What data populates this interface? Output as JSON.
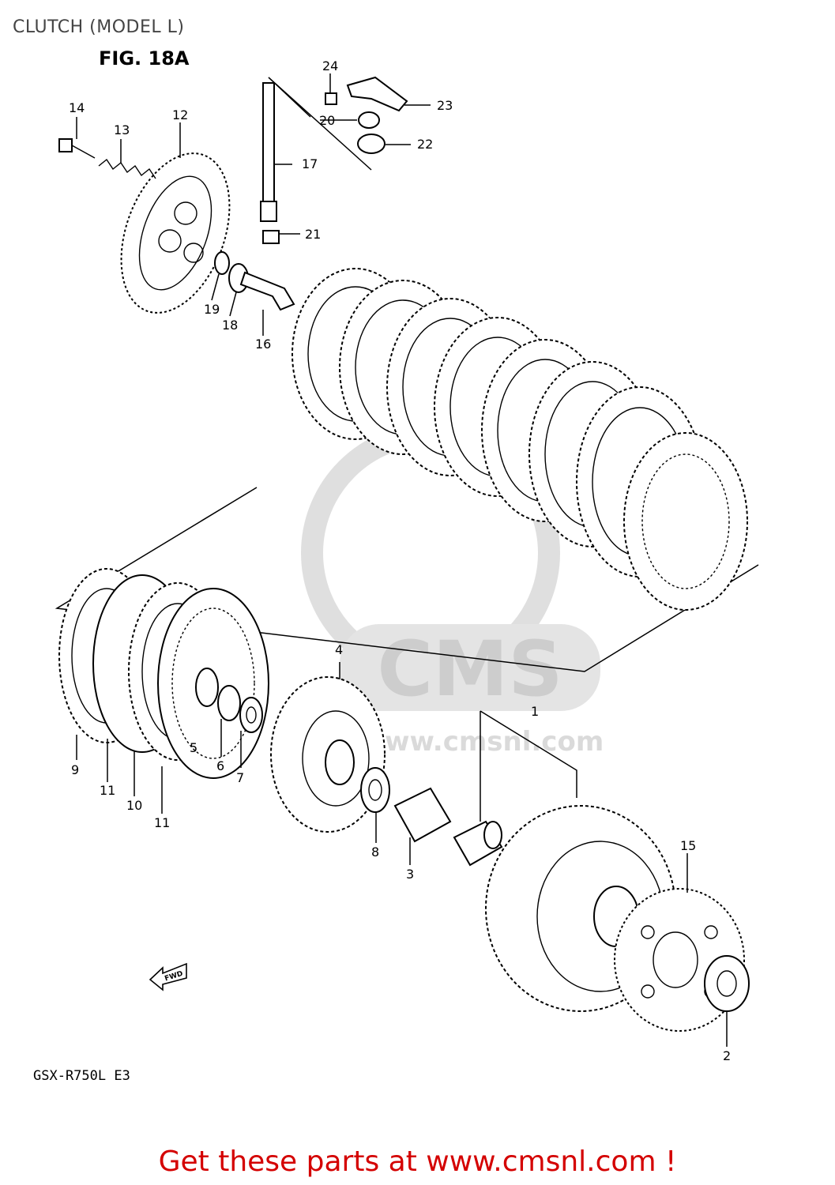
{
  "header": {
    "title": "CLUTCH (MODEL L)",
    "figure": "FIG. 18A"
  },
  "callouts": [
    {
      "id": "c1",
      "label": "1"
    },
    {
      "id": "c2",
      "label": "2"
    },
    {
      "id": "c3",
      "label": "3"
    },
    {
      "id": "c4",
      "label": "4"
    },
    {
      "id": "c5",
      "label": "5"
    },
    {
      "id": "c6",
      "label": "6"
    },
    {
      "id": "c7",
      "label": "7"
    },
    {
      "id": "c8",
      "label": "8"
    },
    {
      "id": "c9",
      "label": "9"
    },
    {
      "id": "c10",
      "label": "10"
    },
    {
      "id": "c11a",
      "label": "11"
    },
    {
      "id": "c11b",
      "label": "11"
    },
    {
      "id": "c12",
      "label": "12"
    },
    {
      "id": "c13",
      "label": "13"
    },
    {
      "id": "c14",
      "label": "14"
    },
    {
      "id": "c15",
      "label": "15"
    },
    {
      "id": "c16",
      "label": "16"
    },
    {
      "id": "c17",
      "label": "17"
    },
    {
      "id": "c18",
      "label": "18"
    },
    {
      "id": "c19",
      "label": "19"
    },
    {
      "id": "c20",
      "label": "20"
    },
    {
      "id": "c21",
      "label": "21"
    },
    {
      "id": "c22",
      "label": "22"
    },
    {
      "id": "c23",
      "label": "23"
    },
    {
      "id": "c24",
      "label": "24"
    }
  ],
  "fwd_label": "FWD",
  "model_code": "GSX-R750L E3",
  "footer": {
    "text": "Get these parts at www.cmsnl.com !"
  },
  "watermark": {
    "text": "CMS",
    "url_text": "www.cmsnl.com"
  },
  "colors": {
    "footer": "#d40000",
    "watermark": "#d9d9d9",
    "ink": "#000000"
  }
}
